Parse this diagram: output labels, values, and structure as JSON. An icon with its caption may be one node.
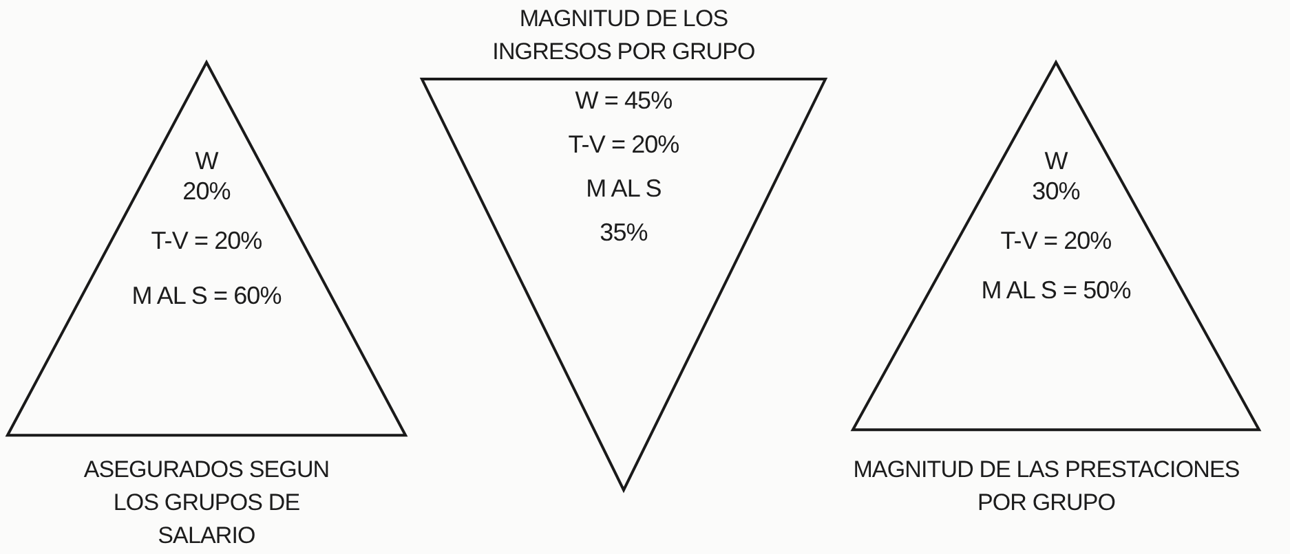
{
  "diagram": {
    "nodes": [
      {
        "text": [
          "W",
          "20%",
          "T-V = 20%",
          "M AL S = 60%"
        ],
        "beside": [
          "ASEGURADOS SEGUN LOS GRUPOS DE SALARIO"
        ]
      },
      {
        "text": [
          "W = 45%",
          "T-V = 20%",
          "M AL S",
          "35%"
        ],
        "beside": [
          "MAGNITUD DE LOS INGRESOS POR GRUPO"
        ]
      },
      {
        "text": [
          "W",
          "30%",
          "T-V = 20%",
          "M AL S = 50%"
        ],
        "beside": [
          "MAGNITUD DE LAS PRESTACIONES POR GRUPO"
        ]
      }
    ]
  }
}
